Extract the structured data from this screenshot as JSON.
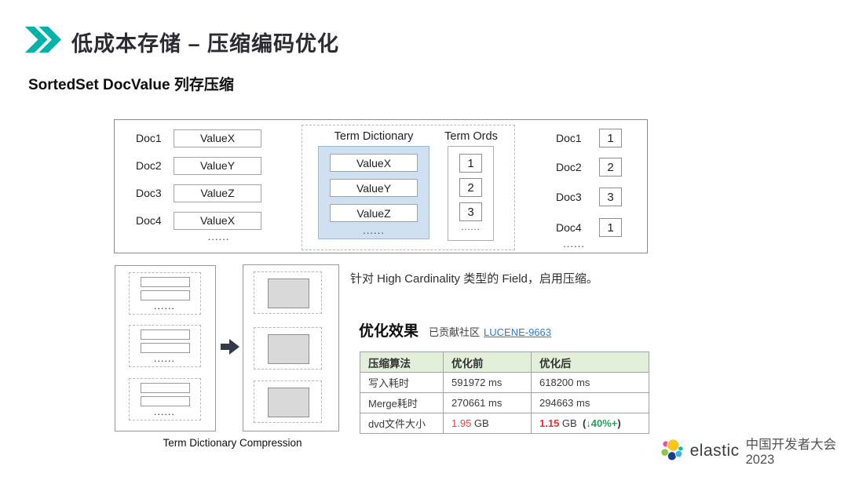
{
  "slide": {
    "title": "低成本存储 – 压缩编码优化",
    "subtitle": "SortedSet DocValue 列存压缩",
    "accent_color": "#00b2a9"
  },
  "diagram": {
    "ellipsis": "......",
    "docs": [
      {
        "doc": "Doc1",
        "value": "ValueX",
        "ord": "1"
      },
      {
        "doc": "Doc2",
        "value": "ValueY",
        "ord": "2"
      },
      {
        "doc": "Doc3",
        "value": "ValueZ",
        "ord": "3"
      },
      {
        "doc": "Doc4",
        "value": "ValueX",
        "ord": "1"
      }
    ],
    "term_dictionary": {
      "label": "Term Dictionary",
      "values": [
        "ValueX",
        "ValueY",
        "ValueZ"
      ]
    },
    "term_ords": {
      "label": "Term Ords",
      "values": [
        "1",
        "2",
        "3"
      ]
    }
  },
  "compression_figure": {
    "caption": "Term Dictionary Compression"
  },
  "note": "针对 High Cardinality 类型的 Field，启用压缩。",
  "results": {
    "heading": "优化效果",
    "contribution_text": "已贡献社区",
    "link": "LUCENE-9663",
    "link_color": "#2d7bd6",
    "table": {
      "header_bg": "#e2efd9",
      "red": "#f23b3b",
      "green": "#16a75c",
      "headers": [
        "压缩算法",
        "优化前",
        "优化后"
      ],
      "rows": [
        {
          "metric": "写入耗时",
          "before": "591972 ms",
          "after": "618200 ms"
        },
        {
          "metric": "Merge耗时",
          "before": "270661 ms",
          "after": "294663 ms"
        },
        {
          "metric": "dvd文件大小",
          "before_value": "1.95",
          "before_unit": " GB",
          "after_value": "1.15",
          "after_unit": " GB",
          "delta_open": "  (",
          "delta": "↓40%+",
          "delta_close": ")"
        }
      ]
    }
  },
  "footer": {
    "brand": "elastic",
    "event": "中国开发者大会 2023"
  }
}
